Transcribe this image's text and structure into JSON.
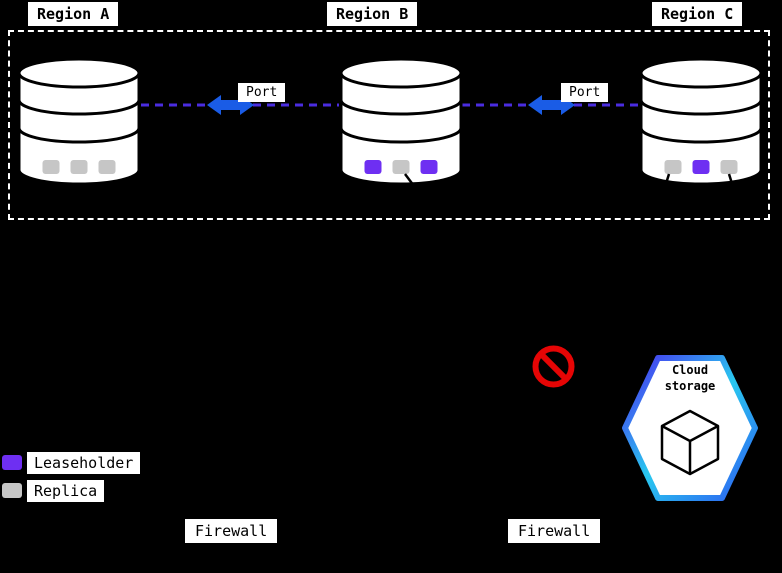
{
  "regions": [
    {
      "label": "Region A",
      "nodes": [
        {
          "role": "replica",
          "color": "#c6c6c6"
        },
        {
          "role": "replica",
          "color": "#c6c6c6"
        },
        {
          "role": "replica",
          "color": "#c6c6c6"
        }
      ]
    },
    {
      "label": "Region B",
      "nodes": [
        {
          "role": "leaseholder",
          "color": "#6e2ff2"
        },
        {
          "role": "replica",
          "color": "#c6c6c6"
        },
        {
          "role": "leaseholder",
          "color": "#6e2ff2"
        }
      ]
    },
    {
      "label": "Region C",
      "nodes": [
        {
          "role": "replica",
          "color": "#c6c6c6"
        },
        {
          "role": "leaseholder",
          "color": "#6e2ff2"
        },
        {
          "role": "replica",
          "color": "#c6c6c6"
        }
      ]
    }
  ],
  "connections": [
    {
      "label": "Port"
    },
    {
      "label": "Port"
    }
  ],
  "legend": [
    {
      "label": "Leaseholder",
      "color": "#6e2ff2"
    },
    {
      "label": "Replica",
      "color": "#c6c6c6"
    }
  ],
  "cloud_storage": {
    "line1": "Cloud",
    "line2": "storage"
  },
  "firewalls": [
    {
      "label": "Firewall"
    },
    {
      "label": "Firewall"
    }
  ],
  "colors": {
    "background": "#000000",
    "connection": "#4a2ce0",
    "arrow": "#1a5ce6",
    "prohibited": "#e60505",
    "hex_gradient": [
      "#4a2af0",
      "#29c8ef",
      "#2d5bf2"
    ]
  }
}
